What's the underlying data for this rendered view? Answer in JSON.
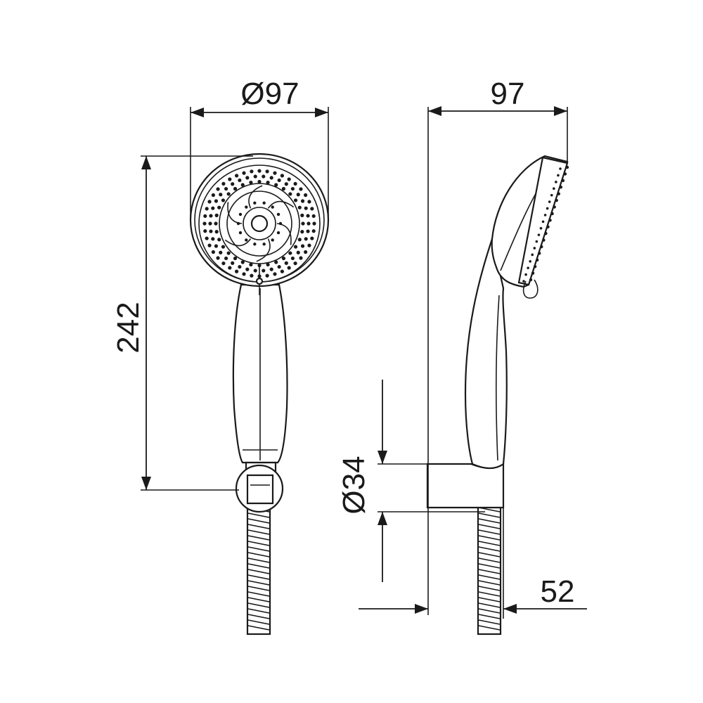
{
  "dimensions": {
    "head_diameter": "Ø97",
    "side_depth": "97",
    "overall_length": "242",
    "holder_diameter": "Ø34",
    "wall_offset": "52"
  },
  "colors": {
    "line": "#1a1a1a",
    "background": "#ffffff"
  }
}
